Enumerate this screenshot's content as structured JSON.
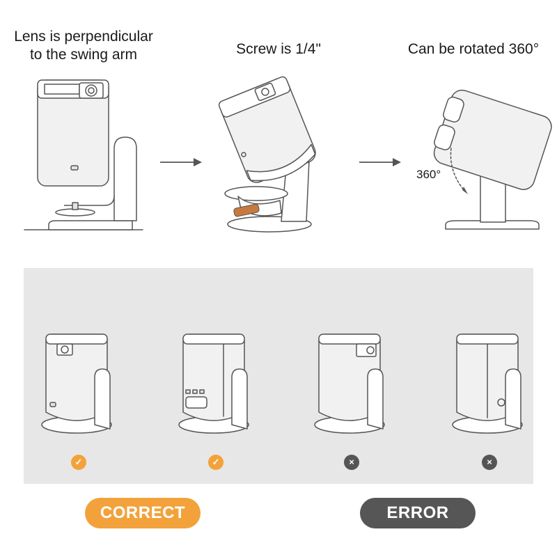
{
  "captions": {
    "perpendicular": "Lens is perpendicular\nto the swing arm",
    "screw": "Screw is 1/4\"",
    "rotate": "Can be rotated 360°"
  },
  "angle_label": "360°",
  "marks": [
    {
      "status": "correct",
      "icon": "check-icon"
    },
    {
      "status": "correct",
      "icon": "check-icon"
    },
    {
      "status": "error",
      "icon": "cross-icon"
    },
    {
      "status": "error",
      "icon": "cross-icon"
    }
  ],
  "labels": {
    "correct": "CORRECT",
    "error": "ERROR"
  },
  "colors": {
    "accent": "#f3a23b",
    "error": "#565656",
    "panel": "#e7e7e7",
    "screw": "#c77a3f"
  }
}
